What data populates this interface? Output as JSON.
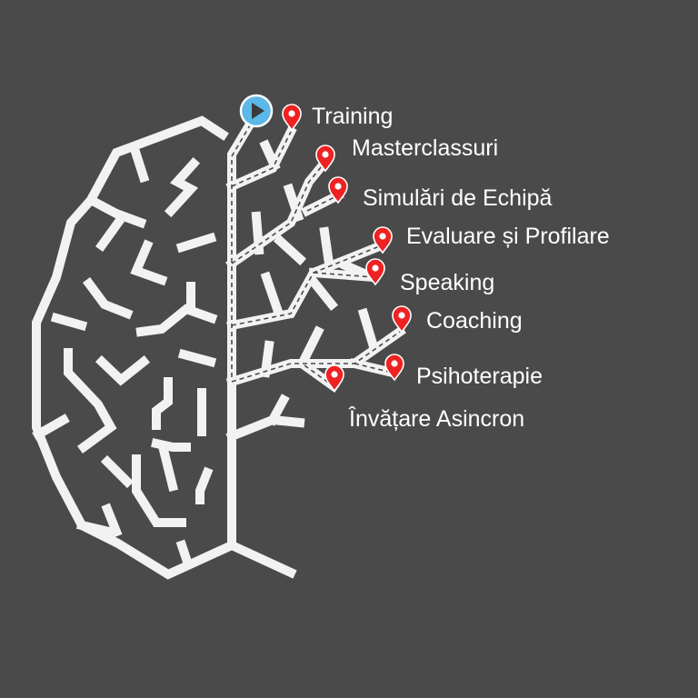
{
  "labels": [
    "Training",
    "Masterclassuri",
    "Simulări de Echipă",
    "Evaluare și Profilare",
    "Speaking",
    "Coaching",
    "Psihoterapie",
    "Învățare Asincron"
  ],
  "colors": {
    "background": "#4a4a4a",
    "maze": "#f2f2f2",
    "pin": "#ee2222",
    "start_marker": "#5bb8e8"
  },
  "icons": {
    "start": "play-icon",
    "pin": "map-pin-icon"
  }
}
